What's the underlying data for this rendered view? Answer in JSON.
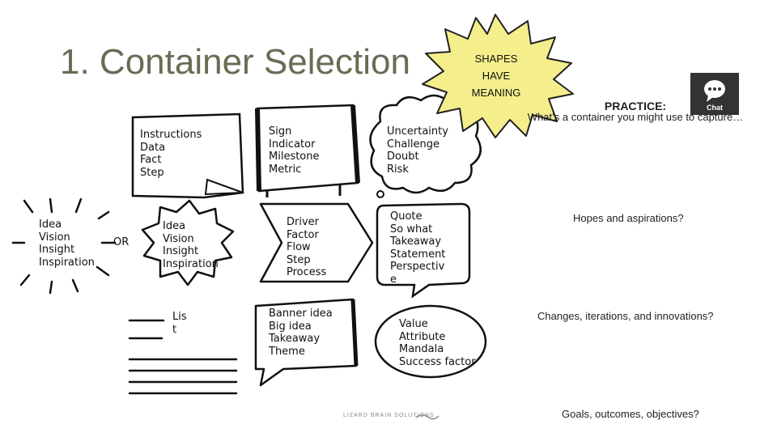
{
  "slide": {
    "title": "1. Container Selection",
    "burst": {
      "text": "SHAPES\nHAVE\nMEANING"
    },
    "practice": {
      "heading": "PRACTICE:",
      "prompt": "What’s a container you might use to capture…"
    },
    "questions": [
      "Hopes and aspirations?",
      "Changes, iterations, and innovations?",
      "Goals, outcomes, objectives?"
    ],
    "chat_label": "Chat",
    "footer_logo": "LIZARD BRAIN SOLUTIONS",
    "containers": {
      "page": "Instructions\nData\nFact\nStep",
      "rays": "Idea\nVision\nInsight\nInspiration",
      "or": "OR",
      "star": "Idea\nVision\nInsight\nInspiration",
      "list": "Lis\nt",
      "sign": "Sign\nIndicator\nMilestone\nMetric",
      "arrow": "Driver\nFactor\nFlow\nStep\nProcess",
      "banner": "Banner idea\nBig idea\nTakeaway\nTheme",
      "cloud": "Uncertainty\nChallenge\nDoubt\nRisk",
      "speech": "Quote\nSo what\nTakeaway\nStatement\nPerspectiv\ne",
      "oval": "Value\nAttribute\nMandala\nSuccess factor"
    },
    "colors": {
      "burst_fill": "#f4ee8c",
      "title": "#6b6b55",
      "chat_bg": "#333333"
    }
  }
}
